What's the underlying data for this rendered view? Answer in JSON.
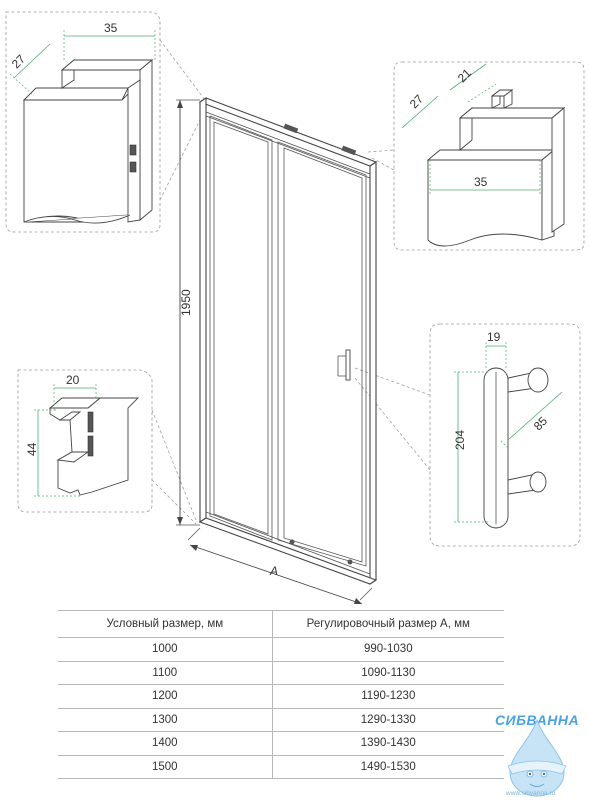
{
  "dimensions": {
    "profile_top_left_width": "35",
    "profile_top_left_depth": "27",
    "profile_top_right_depth": "27",
    "profile_top_right_rail": "21",
    "profile_top_right_width": "35",
    "profile_bottom_width": "20",
    "profile_bottom_height": "44",
    "door_height": "1950",
    "door_width_label": "A",
    "handle_diameter": "19",
    "handle_height": "204",
    "handle_offset": "85"
  },
  "table": {
    "headers": [
      "Условный размер, мм",
      "Регулировочный размер А, мм"
    ],
    "rows": [
      [
        "1000",
        "990-1030"
      ],
      [
        "1100",
        "1090-1130"
      ],
      [
        "1200",
        "1190-1230"
      ],
      [
        "1300",
        "1290-1330"
      ],
      [
        "1400",
        "1390-1430"
      ],
      [
        "1500",
        "1490-1530"
      ]
    ]
  },
  "brand": {
    "name": "СИБВАННА",
    "url": "www.sibvanna.ru"
  },
  "colors": {
    "dimension_line": "#4caf73",
    "outline": "#444444",
    "brand": "#4aa3df"
  }
}
